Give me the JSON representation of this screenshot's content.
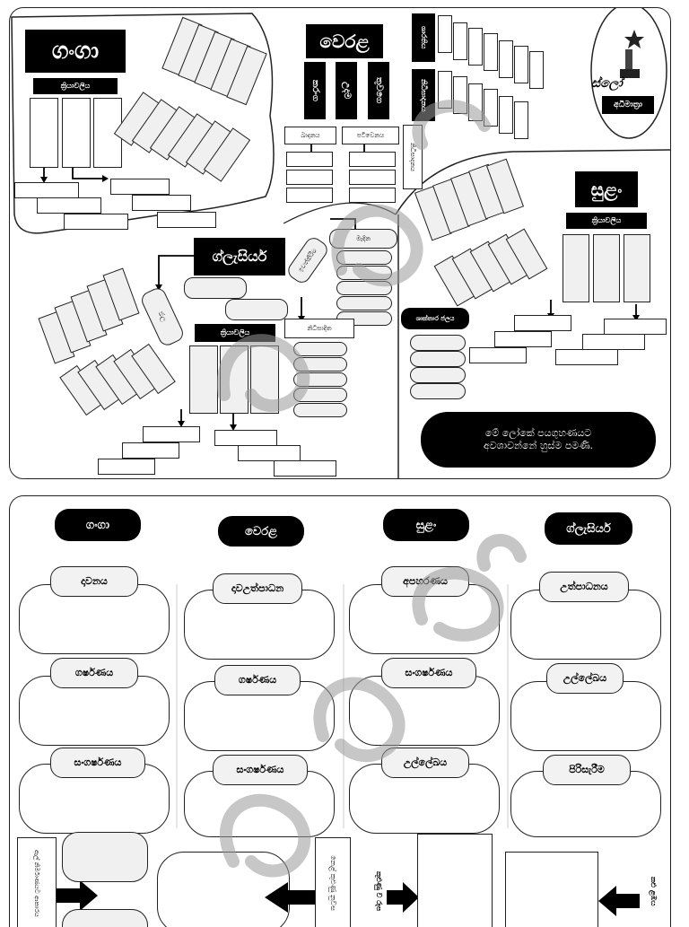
{
  "top": {
    "ganga": {
      "title": "ගංගා",
      "process": "ක්‍රියාවලිය"
    },
    "werala": {
      "title": "වෙරළ",
      "c1": "කරංග",
      "c2": "උදම",
      "c3": "තුවගෙ",
      "lbl1": "ඛාදනය",
      "lbl2": "පටිවෙනය",
      "lbl3": "නිධිසාදනය"
    },
    "topright": {
      "tag1": "ශා‍රතිය",
      "tag2": "නිධිසාදනය"
    },
    "logo": {
      "brand": "ස්ලෝ",
      "label": "අධිමාත්‍රා"
    },
    "sulan": {
      "title": "සුළං",
      "process": "ක්‍රියාවලිය",
      "label": "ශාක්තාර ජලය"
    },
    "glacier": {
      "title": "ග්ලැසියර්",
      "process": "ක්‍රියාවලිය",
      "lbl1": "මැදින",
      "lbl2": "ඉවත්කිරීම",
      "lbl3": "නිධිසාදිත",
      "lbl4": "ජල"
    },
    "note": {
      "line1": "මේ ලෝකේ පයගුහණයට",
      "line2": "අවශාවන්නේ හුස්ම පමණි."
    }
  },
  "bottom": {
    "headers": [
      "ගංගා",
      "වෙරළ",
      "සුළං",
      "ග්ලැසියර්"
    ],
    "col1": [
      "දාවනය",
      "ගර්ෂණය",
      "සංගර්ෂණය"
    ],
    "col2": [
      "දාවඋත්පාධන",
      "ගර්ෂණය",
      "සංගර්ෂණය"
    ],
    "col3": [
      "අපහරණය",
      "සංගර්ෂණය",
      "උල්ලේඛය"
    ],
    "col4": [
      "උත්පාධනය",
      "උල්ලේඛය",
      "පිරිසැරීම"
    ],
    "v1": "ඇල් නිර්මාණයට ආකාරය",
    "v2": "නෙළ් කුළුණු නුවස",
    "v3": "කුළුණු ව රූප",
    "v4": "කළු ළඹය"
  }
}
